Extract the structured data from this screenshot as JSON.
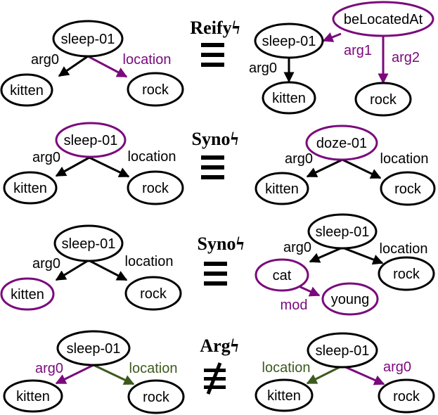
{
  "colors": {
    "black": "#000000",
    "purple": "#7a0a7c",
    "green": "#3d5a1e"
  },
  "rows": [
    {
      "operator": "Reifyϟ",
      "relation": "≡",
      "left": {
        "nodes": [
          {
            "id": "a",
            "label": "sleep-01",
            "color": "black"
          },
          {
            "id": "b",
            "label": "kitten",
            "color": "black"
          },
          {
            "id": "c",
            "label": "rock",
            "color": "black"
          }
        ],
        "edges": [
          {
            "label": "arg0",
            "color": "black"
          },
          {
            "label": "location",
            "color": "purple"
          }
        ]
      },
      "right": {
        "nodes": [
          {
            "id": "d",
            "label": "beLocatedAt",
            "color": "purple"
          },
          {
            "id": "e",
            "label": "sleep-01",
            "color": "black"
          },
          {
            "id": "f",
            "label": "kitten",
            "color": "black"
          },
          {
            "id": "g",
            "label": "rock",
            "color": "black"
          }
        ],
        "edges": [
          {
            "label": "arg1",
            "color": "purple"
          },
          {
            "label": "arg2",
            "color": "purple"
          },
          {
            "label": "arg0",
            "color": "black"
          }
        ]
      }
    },
    {
      "operator": "Synoϟ",
      "relation": "≡",
      "left": {
        "nodes": [
          {
            "label": "sleep-01",
            "color": "purple"
          },
          {
            "label": "kitten",
            "color": "black"
          },
          {
            "label": "rock",
            "color": "black"
          }
        ],
        "edges": [
          {
            "label": "arg0",
            "color": "black"
          },
          {
            "label": "location",
            "color": "black"
          }
        ]
      },
      "right": {
        "nodes": [
          {
            "label": "doze-01",
            "color": "purple"
          },
          {
            "label": "kitten",
            "color": "black"
          },
          {
            "label": "rock",
            "color": "black"
          }
        ],
        "edges": [
          {
            "label": "arg0",
            "color": "black"
          },
          {
            "label": "location",
            "color": "black"
          }
        ]
      }
    },
    {
      "operator": "Synoϟ",
      "relation": "≡",
      "left": {
        "nodes": [
          {
            "label": "sleep-01",
            "color": "black"
          },
          {
            "label": "kitten",
            "color": "purple"
          },
          {
            "label": "rock",
            "color": "black"
          }
        ],
        "edges": [
          {
            "label": "arg0",
            "color": "black"
          },
          {
            "label": "location",
            "color": "black"
          }
        ]
      },
      "right": {
        "nodes": [
          {
            "label": "sleep-01",
            "color": "black"
          },
          {
            "label": "cat",
            "color": "purple"
          },
          {
            "label": "young",
            "color": "purple"
          },
          {
            "label": "rock",
            "color": "black"
          }
        ],
        "edges": [
          {
            "label": "arg0",
            "color": "black"
          },
          {
            "label": "location",
            "color": "black"
          },
          {
            "label": "mod",
            "color": "purple"
          }
        ]
      }
    },
    {
      "operator": "Argϟ",
      "relation": "≢",
      "left": {
        "nodes": [
          {
            "label": "sleep-01",
            "color": "black"
          },
          {
            "label": "kitten",
            "color": "black"
          },
          {
            "label": "rock",
            "color": "black"
          }
        ],
        "edges": [
          {
            "label": "arg0",
            "color": "purple"
          },
          {
            "label": "location",
            "color": "green"
          }
        ]
      },
      "right": {
        "nodes": [
          {
            "label": "sleep-01",
            "color": "black"
          },
          {
            "label": "kitten",
            "color": "black"
          },
          {
            "label": "rock",
            "color": "black"
          }
        ],
        "edges": [
          {
            "label": "location",
            "color": "green"
          },
          {
            "label": "arg0",
            "color": "purple"
          }
        ]
      }
    }
  ]
}
